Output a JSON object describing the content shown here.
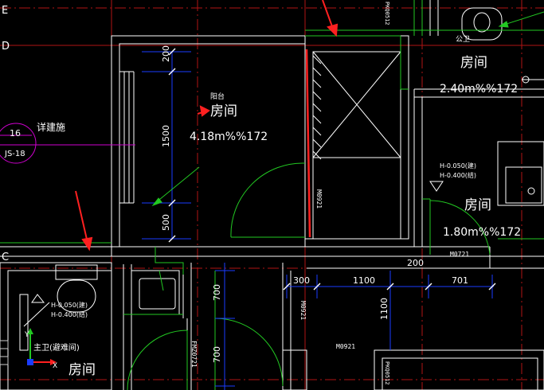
{
  "axes": {
    "d": "D",
    "c": "C"
  },
  "grid_bubble": {
    "number": "16",
    "sheet": "JS-18",
    "note": "详建施"
  },
  "rooms": [
    {
      "id": "balcony",
      "tag": "阳台",
      "name": "房间",
      "area": "4.18m%%172"
    },
    {
      "id": "toilet-top",
      "tag": "公卫",
      "name": "房间",
      "area": "2.40m%%172"
    },
    {
      "id": "mid-right",
      "name": "房间",
      "area": "1.80m%%172"
    },
    {
      "id": "bottom-left",
      "tag": "主卫(避难间)",
      "name": "房间"
    }
  ],
  "dimensions": {
    "v_200": "200",
    "v_1500": "1500",
    "v_500": "500",
    "h_300": "300",
    "h_1100": "1100",
    "h_701": "701",
    "h_200": "200",
    "v_700a": "700",
    "v_700b": "700",
    "v_1100": "1100"
  },
  "elevations": {
    "right": {
      "arch": "H-0.050(建)",
      "struct": "H-0.400(结)"
    },
    "left": {
      "arch": "H-0.050(建)",
      "struct": "H-0.400(结)"
    }
  },
  "door_codes": {
    "m0921_vertical": "M0921",
    "m0721_right": "M0721",
    "m0921_lower": "M0921",
    "m0921_bottom": "M0921",
    "fmz_0721": "FMZ0721",
    "pkq_top": "PKQ0512",
    "lower_right": "PKQ0512"
  },
  "ucs": {
    "x": "X",
    "y": "Y"
  },
  "colors": {
    "background": "#000000",
    "axis_line": "#c81818",
    "wall": "#ffffff",
    "dimension": "#1a3cff",
    "text": "#ffffff",
    "door": "#22c822",
    "annotation_red": "#ff2020",
    "leader": "#d000d0"
  },
  "icons": {
    "ucs": "ucs-axis-icon",
    "arrow": "red-arrow-icon"
  }
}
